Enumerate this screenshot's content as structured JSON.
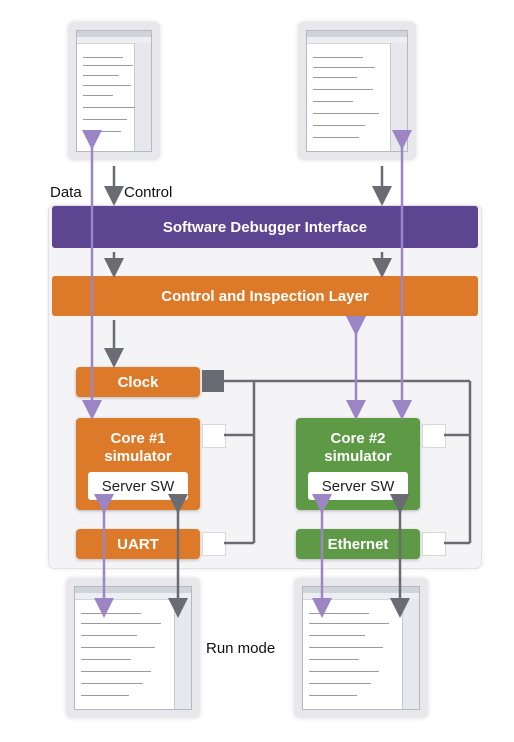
{
  "labels": {
    "data": "Data",
    "control": "Control",
    "run_mode": "Run mode"
  },
  "layers": {
    "debugger": "Software Debugger Interface",
    "inspection": "Control and Inspection Layer"
  },
  "blocks": {
    "clock": "Clock",
    "core1": "Core #1\nsimulator",
    "core2": "Core #2\nsimulator",
    "server_sw_1": "Server SW",
    "server_sw_2": "Server SW",
    "uart": "UART",
    "ethernet": "Ethernet"
  },
  "colors": {
    "purple": "#5e4592",
    "orange": "#dd7a2a",
    "green": "#5e9a45",
    "data_arrow": "#9b85c4",
    "control_arrow": "#6b6b73"
  }
}
